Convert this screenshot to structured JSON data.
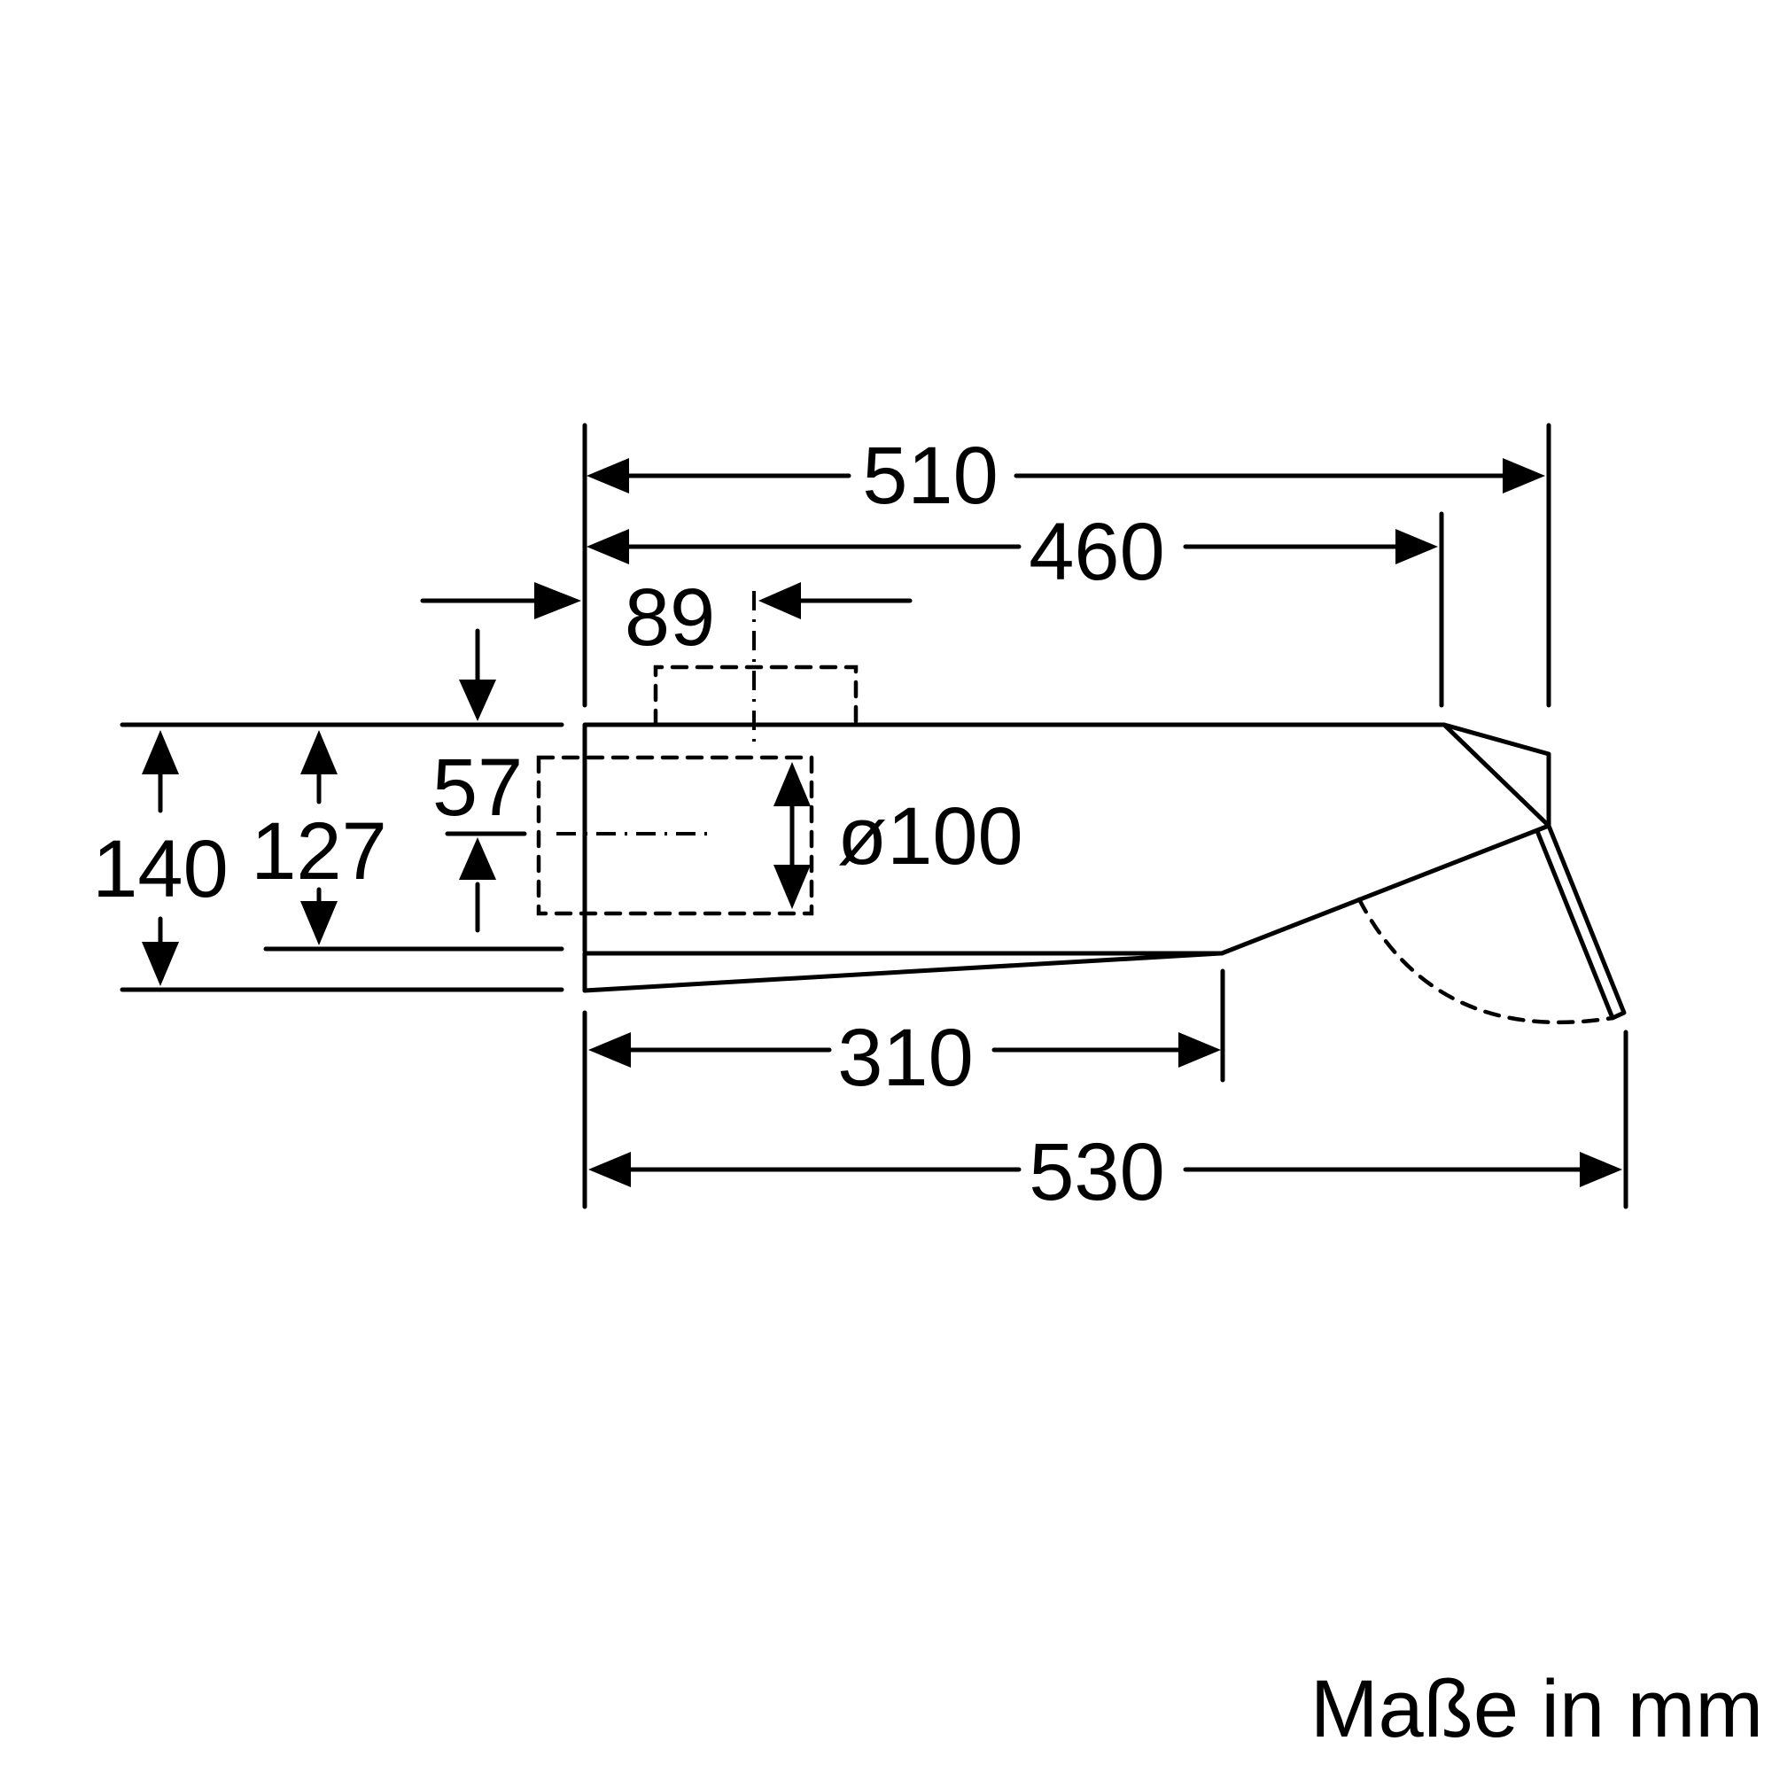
{
  "dimensions": {
    "d510": "510",
    "d460": "460",
    "d89": "89",
    "d57": "57",
    "d140": "140",
    "d127": "127",
    "d100": "ø100",
    "d310": "310",
    "d530": "530"
  },
  "units_label": "Maße in mm"
}
